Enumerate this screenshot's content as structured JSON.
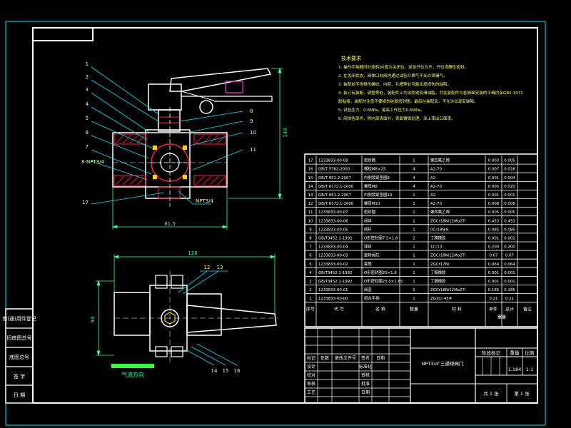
{
  "colors": {
    "background": "#000000",
    "frame": "#ffffff",
    "outer_frame": "#00e5ff",
    "leader": "#00e5ff",
    "dimension": "#33ff99",
    "hatch": "#ff2244",
    "gold": "#ffd700",
    "magenta": "#ff33cc",
    "notes": "#ffff66"
  },
  "left_column": [
    "借(通)用件登记",
    "旧底图总号",
    "底图总号",
    "签 字",
    "日 期"
  ],
  "tech_requirements": {
    "title": "技术要求",
    "lines": [
      "1. 操作手柄顺时针旋转90度为关闭位，逆至开位为开，开位须静压密封。",
      "2. 在关闭状态，阀体口向阀内通过试验介质气不允许泄漏气。",
      "3. 装配前不得损伤螺纹、内腔、孔槽等处可能出现损伤的缺陷。",
      "4. 装订有装配、调整等处，装配件上均涂防锈润滑油脂，并在装配件与各侧面安装的平缝内涂GB2-1971",
      "   胶粘接，装配时注意不要损伤硅胶密封圈，最后在装配后，不允许出现有缺陷。",
      "5. 试验压力：0.8MPa，最高工作压力0.6MPa。",
      "6. 阀体各部件，除内部表面外，表面镀铬处理，涂上漆出口面漆。"
    ]
  },
  "callouts_left": [
    "1",
    "2",
    "3",
    "4",
    "5",
    "6",
    "7",
    "8-NPT3/4",
    "17"
  ],
  "callouts_right": [
    "8",
    "9",
    "10",
    "11"
  ],
  "port_label": "NPT3/4",
  "dims_front": {
    "overall_length": "81.5",
    "height": "140"
  },
  "dims_top": {
    "overall_length": "126",
    "width": "94",
    "left_callouts": [
      "12",
      "13"
    ],
    "bottom_callouts": [
      "14",
      "15",
      "16"
    ]
  },
  "flow_direction": "气流方向",
  "bom": {
    "rows": [
      {
        "no": "17",
        "code": "1233833-00-08",
        "name": "密封圈",
        "qty": "1",
        "material": "聚四氟乙烯",
        "unit": "0.003",
        "total": "0.005"
      },
      {
        "no": "16",
        "code": "GB/T 5782-2000",
        "name": "螺栓M8×25",
        "qty": "4",
        "material": "A2-70",
        "unit": "0.007",
        "total": "0.028"
      },
      {
        "no": "15",
        "code": "GB/T 851.2-2007",
        "name": "内侧锁紧垫圈8",
        "qty": "4",
        "material": "A2",
        "unit": "0.001",
        "total": "0.004"
      },
      {
        "no": "14",
        "code": "GB/T 6172.1-2000",
        "name": "螺母M8",
        "qty": "4",
        "material": "A2-70",
        "unit": "0.005",
        "total": "0.020"
      },
      {
        "no": "13",
        "code": "GB/T 851.2-2007",
        "name": "内侧锁紧垫圈10",
        "qty": "1",
        "material": "A2",
        "unit": "0.001",
        "total": "0.001"
      },
      {
        "no": "12",
        "code": "GB/T 6172.1-2000",
        "name": "螺母M10",
        "qty": "1",
        "material": "A2-70",
        "unit": "0.008",
        "total": "0.008"
      },
      {
        "no": "11",
        "code": "1233833-00-07",
        "name": "密封圈",
        "qty": "1",
        "material": "聚四氟乙烯",
        "unit": "0.005",
        "total": "0.005"
      },
      {
        "no": "10",
        "code": "1233833-00-06",
        "name": "阀体",
        "qty": "1",
        "material": "ZGCr18Ni12Mo2Ti",
        "unit": "0.453",
        "total": "0.453"
      },
      {
        "no": "9",
        "code": "1233833-00-05",
        "name": "阀杆",
        "qty": "1",
        "material": "0Cr18Ni9",
        "unit": "0.085",
        "total": "0.085"
      },
      {
        "no": "8",
        "code": "GB/T3452.1-1992",
        "name": "O形密封圈7.5×1.8",
        "qty": "2",
        "material": "丁腈橡胶",
        "unit": "0.001",
        "total": "0.002"
      },
      {
        "no": "7",
        "code": "1233833-00-04",
        "name": "球体",
        "qty": "1",
        "material": "1Cr13",
        "unit": "0.200",
        "total": "0.200"
      },
      {
        "no": "6",
        "code": "1233833-00-03",
        "name": "旋转阀芯",
        "qty": "1",
        "material": "ZGCr18Ni12Mo2Ti",
        "unit": "0.67",
        "total": "0.67"
      },
      {
        "no": "5",
        "code": "1233833-00-02",
        "name": "套筒",
        "qty": "1",
        "material": "ZGCr17Ni",
        "unit": "0.064",
        "total": "0.064"
      },
      {
        "no": "4",
        "code": "GB/T3452.1-1992",
        "name": "O形密封圈25×1.8",
        "qty": "1",
        "material": "丁腈橡胶",
        "unit": "0.001",
        "total": "0.001"
      },
      {
        "no": "3",
        "code": "GB/T3452.1-1992",
        "name": "O形密封圈23.5×1.65",
        "qty": "1",
        "material": "丁腈橡胶",
        "unit": "0.001",
        "total": "0.001"
      },
      {
        "no": "2",
        "code": "1233833-00-01",
        "name": "阀盖",
        "qty": "1",
        "material": "ZGCr18Ni12Mo2Ti",
        "unit": "0.185",
        "total": "0.185"
      },
      {
        "no": "1",
        "code": "1233833-00-00",
        "name": "组合手柄",
        "qty": "1",
        "material": "ZG1Cr-45#",
        "unit": "0.21",
        "total": "0.21"
      }
    ],
    "header": {
      "no": "序号",
      "code": "代 号",
      "name": "名 称",
      "qty": "数量",
      "material": "材 料",
      "unit": "单件",
      "total": "总计",
      "weight": "重量",
      "remark": "备注"
    }
  },
  "title_block": {
    "drawing_name": "NPT3/4\"三通球阀门",
    "stage_label": "阶段标记",
    "weight_label": "重量",
    "scale_label": "比例",
    "weight_value": "1.184",
    "scale_value": "1:1",
    "sheet_total": "共 1 张",
    "sheet_no": "第 1 张",
    "rev_headers": [
      "标记",
      "处数",
      "更改文件号",
      "签名",
      "日期"
    ],
    "signoffs": [
      {
        "left": "设计",
        "right": "标准化"
      },
      {
        "left": "校对",
        "right": "审核"
      },
      {
        "left": "审核",
        "right": "批准"
      },
      {
        "left": "工艺",
        "right": "日期"
      }
    ]
  }
}
